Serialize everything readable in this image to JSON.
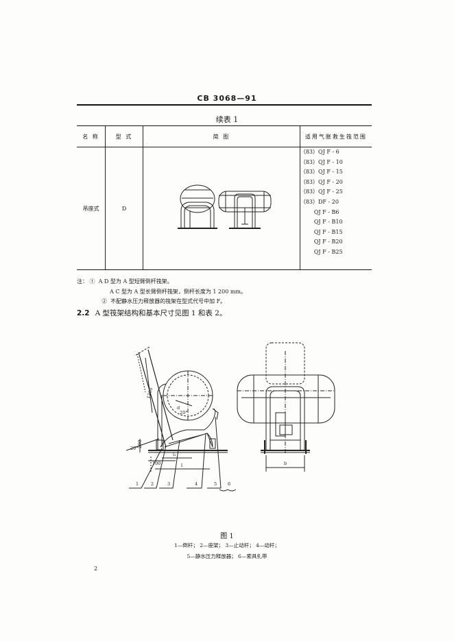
{
  "header": {
    "standard_code": "CB 3068—91"
  },
  "table": {
    "caption": "续表 1",
    "headers": {
      "name": "名  称",
      "type": "型  式",
      "sketch": "简          图",
      "range": "适用气胀救生筏范围"
    },
    "row": {
      "name": "吊座式",
      "type": "D",
      "rafts": [
        "（83）QJ F - 6",
        "（83）QJ F - 10",
        "（83）QJ F - 15",
        "（83）QJ F - 20",
        "（83）QJ F - 25",
        "（83）DF - 20",
        "QJ F - B6",
        "QJ F - B10",
        "QJ F - B15",
        "QJ F - B20",
        "QJ F - B25"
      ]
    }
  },
  "notes": {
    "prefix": "注：",
    "items": [
      "①  A D 型为 A 型短臂倒杆筏架。",
      "A C 型为 A 型长臂倒杆筏架，倒杆长度为 1 200 mm。",
      "②  不配静水压力释放器的筏架在型式代号中加 F。"
    ]
  },
  "section": {
    "number": "2.2",
    "text": "A 型筏架结构和基本尺寸见图 1 和表 2。"
  },
  "figure": {
    "title": "图 1",
    "legend_line1": "1—倒杆； 2—座架； 3—止动杆； 4—动杆；",
    "legend_line2": "5—静水压力释放器； 6—索具扎带",
    "labels": {
      "dim_1200": "1200",
      "dim_200": "200",
      "dim_100": "100",
      "dim_l1": "l₁",
      "dim_l": "l",
      "dim_b": "b",
      "dim_d": "d",
      "angle_20a": "20°",
      "angle_20b": "20°",
      "callout_1": "1",
      "callout_2": "2",
      "callout_3": "3",
      "callout_4": "4",
      "callout_5": "5",
      "callout_6": "6"
    }
  },
  "page": {
    "number": "2"
  }
}
